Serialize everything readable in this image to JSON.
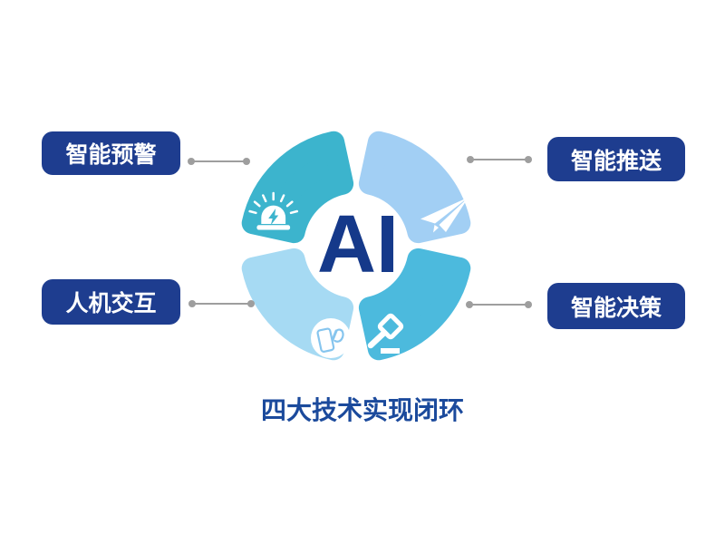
{
  "title": "四大技术实现闭环",
  "center": {
    "text": "AI"
  },
  "labels": {
    "top_left": "智能预警",
    "top_right": "智能推送",
    "bottom_left": "人机交互",
    "bottom_right": "智能决策"
  },
  "icons": {
    "top_left": "alarm-siren",
    "top_right": "paper-plane",
    "bottom_left": "hand-touch",
    "bottom_right": "gavel"
  },
  "colors": {
    "quad_top_left": "#3cb4cd",
    "quad_top_right": "#a2cff4",
    "quad_bottom_left": "#a6daf3",
    "quad_bottom_right": "#4cbadd",
    "label_bg": "#1e3d8f",
    "label_text": "#ffffff",
    "ai_text": "#15398a",
    "title_text": "#1b4a9c",
    "connector": "#9e9e9e",
    "touch_icon_stroke": "#86c5ee"
  }
}
